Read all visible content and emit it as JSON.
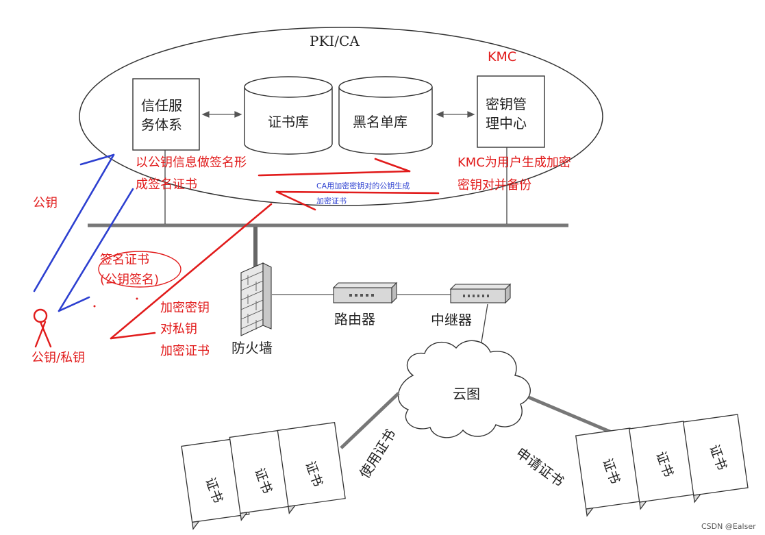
{
  "colors": {
    "ink": "#222222",
    "annotation_red": "#e11b1b",
    "annotation_blue": "#2c3fd0"
  },
  "pki": {
    "title": "PKI/CA",
    "trust_service": "信任服务体系",
    "trust_service_lines": [
      "信任服",
      "务体系"
    ],
    "cert_db": "证书库",
    "blacklist_db": "黑名单库",
    "kmc_box_lines": [
      "密钥管",
      "理中心"
    ]
  },
  "network": {
    "firewall": "防火墙",
    "router": "路由器",
    "repeater": "中继器",
    "cloud": "云图",
    "use_cert": "使用证书",
    "apply_cert": "申请证书",
    "cert_label": "证书"
  },
  "annotations": {
    "kmc": "KMC",
    "sign_cert_lines": [
      "以公钥信息做签名形",
      "成签名证书"
    ],
    "kmc_generate_lines": [
      "KMC为用户生成加密",
      "密钥对并备份"
    ],
    "ca_encrypt_lines": [
      "CA用加密密钥对的公钥生成",
      "加密证书"
    ],
    "public_key": "公钥",
    "sign_cert_circle_lines": [
      "签名证书",
      "(公钥签名)"
    ],
    "encrypt_lines": [
      "加密密钥",
      "对私钥",
      "加密证书"
    ],
    "user_keys": "公钥/私钥"
  },
  "watermark": "CSDN @Ealser"
}
